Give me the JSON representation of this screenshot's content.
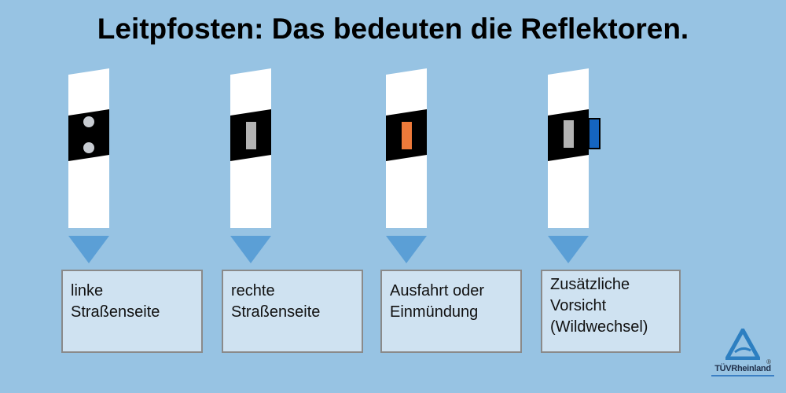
{
  "title": "Leitpfosten: Das bedeuten die Reflektoren.",
  "posts": [
    {
      "reflector": "two-dots",
      "color": "#c8ccd2",
      "label": [
        "linke",
        "Straßenseite"
      ]
    },
    {
      "reflector": "rectangle",
      "color": "#b3b3b3",
      "label": [
        "rechte",
        "Straßenseite"
      ]
    },
    {
      "reflector": "rectangle",
      "color": "#ee7a3a",
      "label": [
        "Ausfahrt oder",
        "Einmündung"
      ]
    },
    {
      "reflector": "rectangle-with-blue",
      "color": "#b3b3b3",
      "extra_color": "#1565c0",
      "label": [
        "Zusätzliche",
        "Vorsicht",
        "(Wildwechsel)"
      ]
    }
  ],
  "colors": {
    "background": "#97c3e3",
    "arrow": "#5b9fd6",
    "box": "#cfe2f1"
  },
  "logo": {
    "text": "TÜVRheinland",
    "registered": "®"
  }
}
